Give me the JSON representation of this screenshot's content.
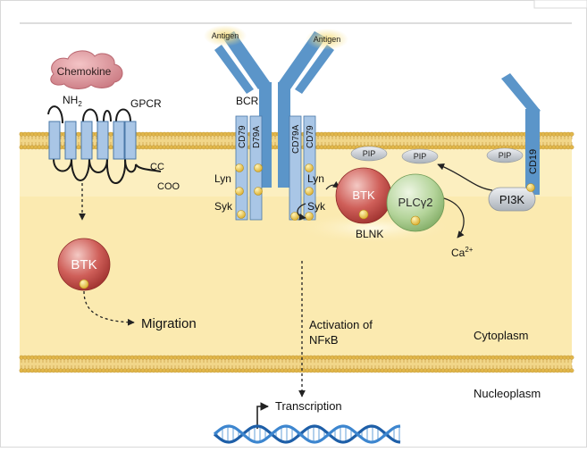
{
  "labels": {
    "chemokine": "Chemokine",
    "nh2_main": "NH",
    "nh2_sub": "2",
    "gpcr": "GPCR",
    "cc": "CC",
    "coo": "COO",
    "antigen_left": "Antigen",
    "antigen_right": "Antigen",
    "bcr": "BCR",
    "cd79_left": "CD79",
    "d79a_left": "D79A",
    "cd79a_right": "CD79A",
    "cd79_right": "CD79",
    "lyn_left": "Lyn",
    "syk_left": "Syk",
    "lyn_right": "Lyn",
    "syk_right": "Syk",
    "btk_complex": "BTK",
    "plc_main": "PLCγ2",
    "blnk": "BLNK",
    "ca_main": "Ca",
    "ca_sup": "2+",
    "pip_1": "PIP",
    "pip_2": "PIP",
    "pip_3": "PIP",
    "cd19": "CD19",
    "pi3k": "PI3K",
    "btk_free": "BTK",
    "migration": "Migration",
    "activation_line1": "Activation of",
    "activation_line2": "NFκB",
    "cytoplasm": "Cytoplasm",
    "nucleoplasm": "Nucleoplasm",
    "transcription": "Transcription"
  },
  "colors": {
    "cytoplasm_bg": "#fbeab0",
    "membrane_head": "#e2b74a",
    "receptor_blue": "#5b95c9",
    "segment_blue": "#a9c6e6",
    "btk_red": "#c1443f",
    "plc_green": "#a9cc8c",
    "phospho_gold": "#e9c441",
    "pip_gray": "#c8cdd3",
    "chemokine_pink": "#d98a92"
  }
}
